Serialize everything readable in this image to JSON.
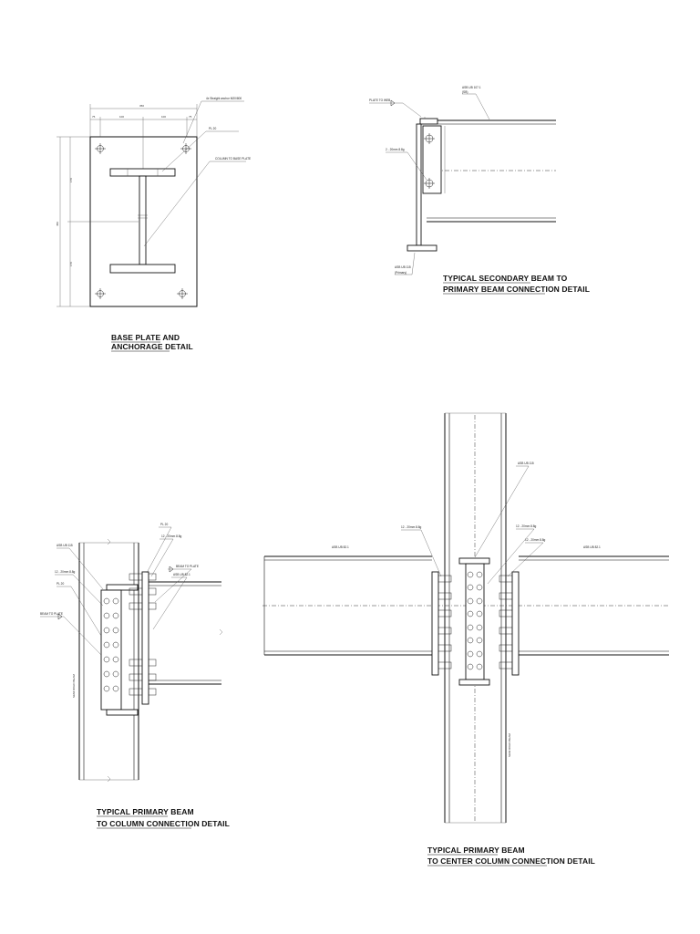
{
  "details": {
    "base_plate": {
      "title_line1": "BASE PLATE AND",
      "title_line2": "ANCHORAGE DETAIL",
      "labels": {
        "anchor": "4x Straight anchor M20/800",
        "plate": "PL 20",
        "weld": "COLUMN TO BASE PLATE"
      },
      "dims": {
        "overall_width": "350",
        "segment_1": "75",
        "segment_2": "100",
        "segment_3": "100",
        "segment_4": "75",
        "overall_height": "450",
        "upper": "170",
        "lower": "170"
      }
    },
    "secondary": {
      "title_line1": "TYPICAL SECONDARY BEAM TO",
      "title_line2": "PRIMARY BEAM CONNECTION DETAIL",
      "labels": {
        "weld": "PLATE TO WEB",
        "beam_line1": "ASB UB 107.1",
        "beam_line2": "(SB)",
        "bolts": "2 - 20mm 8.8g",
        "primary_line1": "ASB UB 115",
        "primary_line2": "(Primary)"
      }
    },
    "primary_column": {
      "title_line1": "TYPICAL PRIMARY BEAM",
      "title_line2": "TO COLUMN CONNECTION DETAIL",
      "labels": {
        "column": "ASB UB 115",
        "bolts_left": "12 - 20mm 8.8g",
        "plate_left": "PL 20",
        "weld": "BEAM TO PLATE",
        "plate_top": "PL 20",
        "bolts_right": "12 - 20mm 8.8g",
        "weld_right": "BEAM TO PLATE",
        "beam": "ASB UB 82.1",
        "column_note": "SEMI RIGID BEAM"
      }
    },
    "center_column": {
      "title_line1": "TYPICAL PRIMARY BEAM",
      "title_line2": "TO CENTER COLUMN CONNECTION DETAIL",
      "labels": {
        "column": "ASB UB 115",
        "bolts_left": "12 - 20mm 8.8g",
        "bolts_mid": "12 - 20mm 8.8g",
        "bolts_right": "12 - 20mm 8.8g",
        "beam_left": "ASB UB 82.1",
        "beam_right": "ASB UB 82.1",
        "column_note": "SEMI RIGID BEAM"
      }
    }
  }
}
